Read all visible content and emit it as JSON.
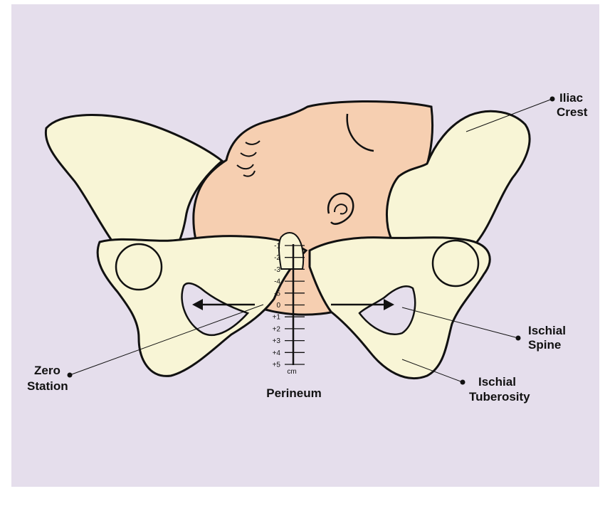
{
  "colors": {
    "background": "#E5DEEC",
    "bone": "#F8F5D6",
    "head": "#F6CFB1",
    "outline": "#111111"
  },
  "labels": {
    "iliac_crest_line1": "Iliac",
    "iliac_crest_line2": "Crest",
    "ischial_spine_line1": "Ischial",
    "ischial_spine_line2": "Spine",
    "ischial_tuberosity_line1": "Ischial",
    "ischial_tuberosity_line2": "Tuberosity",
    "zero_station_line1": "Zero",
    "zero_station_line2": "Station",
    "perineum": "Perineum"
  },
  "scale": {
    "unit": "cm",
    "ticks": [
      "-1",
      "-2",
      "-3",
      "-4",
      "-5",
      "0",
      "+1",
      "+2",
      "+3",
      "+4",
      "+5"
    ]
  }
}
